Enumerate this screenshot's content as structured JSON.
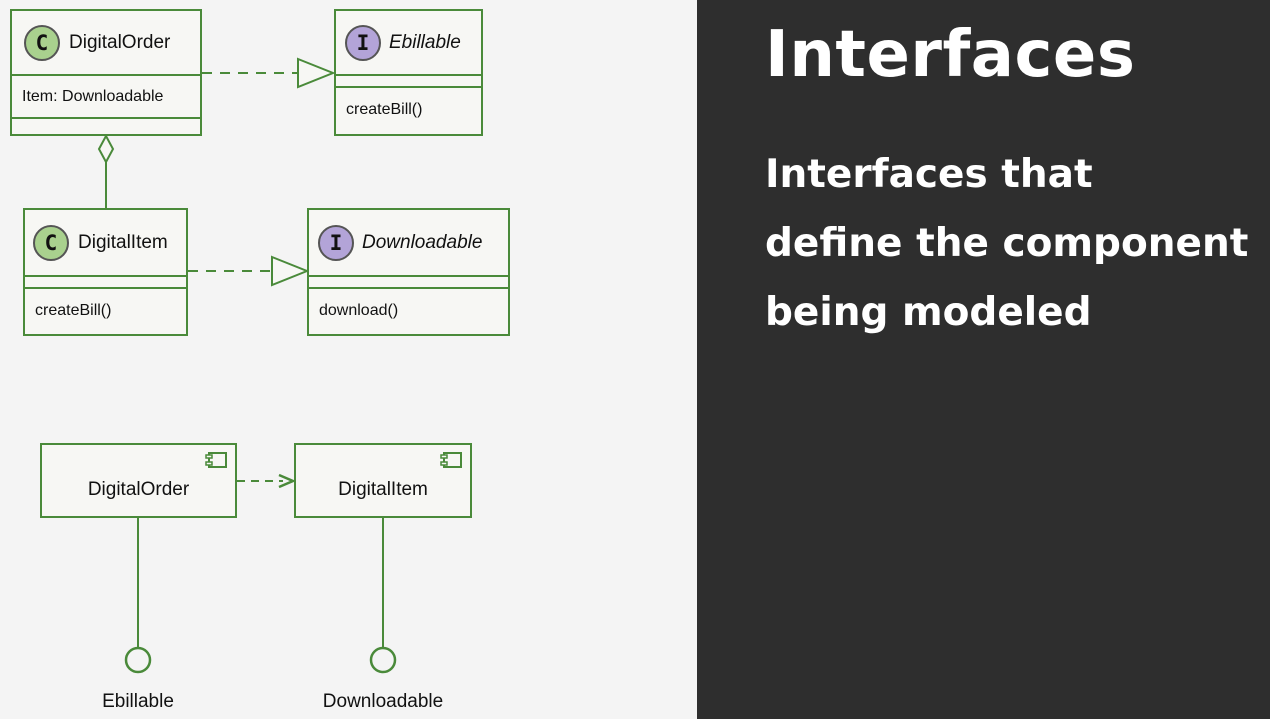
{
  "slide": {
    "title": "Interfaces",
    "body_lines": [
      "Interfaces that",
      "define the component",
      "being modeled"
    ]
  },
  "class_diagram": {
    "digital_order": {
      "stereotype": "C",
      "name": "DigitalOrder",
      "attribute": "Item: Downloadable"
    },
    "ebillable": {
      "stereotype": "I",
      "name": "Ebillable",
      "method": "createBill()"
    },
    "digital_item": {
      "stereotype": "C",
      "name": "DigitalItem",
      "method": "createBill()"
    },
    "downloadable": {
      "stereotype": "I",
      "name": "Downloadable",
      "method": "download()"
    }
  },
  "component_diagram": {
    "digital_order": {
      "name": "DigitalOrder"
    },
    "digital_item": {
      "name": "DigitalItem"
    },
    "ebillable_interface": {
      "label": "Ebillable"
    },
    "downloadable_interface": {
      "label": "Downloadable"
    }
  },
  "colors": {
    "diagram_stroke": "#4a8a3a",
    "class_badge": "#a9d18e",
    "interface_badge": "#b3a4d8",
    "slide_background": "#2e2e2e",
    "slide_text": "#ffffff"
  }
}
